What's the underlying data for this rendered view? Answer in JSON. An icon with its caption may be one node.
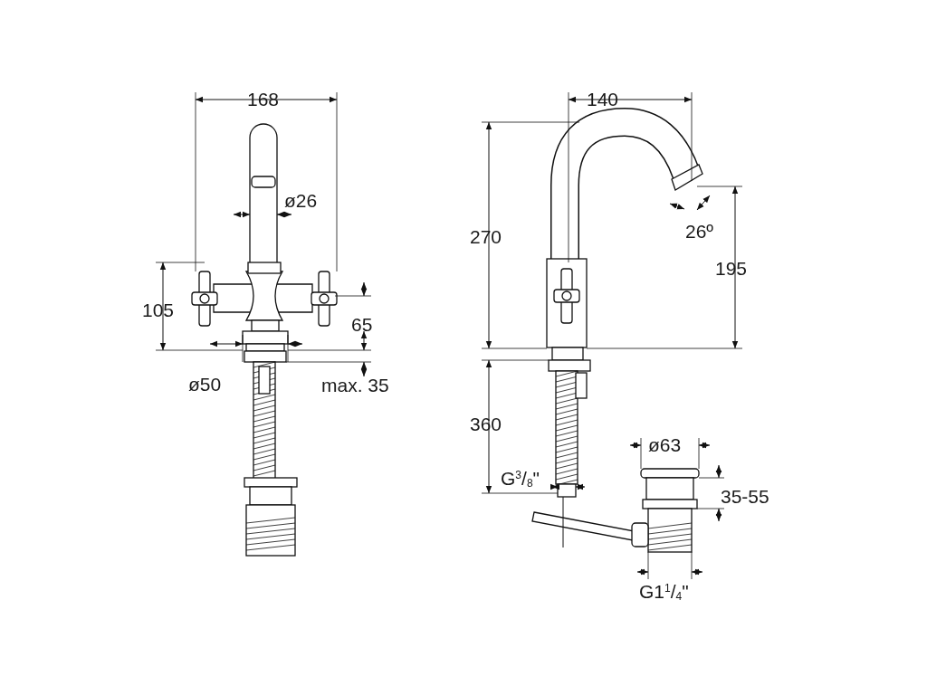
{
  "diagram": {
    "labels": [
      "168",
      "140",
      "ø26",
      "270",
      "26º",
      "195",
      "105",
      "65",
      "ø50",
      "max. 35",
      "360",
      "ø63",
      "G$^{3}$/$_{8}$\"",
      "35-55",
      "G1$^{1}$/$_{4}$\""
    ]
  }
}
